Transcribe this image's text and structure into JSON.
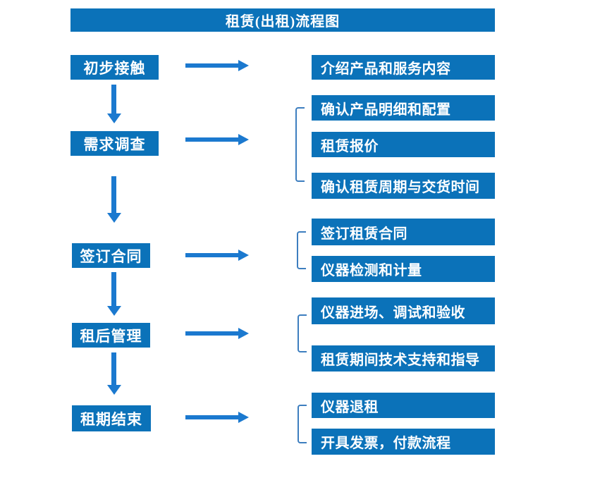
{
  "title": "租赁(出租)流程图",
  "colors": {
    "box_blue": "#0b72b9",
    "arrow_blue": "#1b79cf",
    "bracket_blue": "#3d7ebf",
    "text_white": "#ffffff",
    "background": "#ffffff"
  },
  "flow": {
    "steps": [
      {
        "label": "初步接触",
        "details": [
          "介绍产品和服务内容"
        ]
      },
      {
        "label": "需求调查",
        "details": [
          "确认产品明细和配置",
          "租赁报价",
          "确认租赁周期与交货时间"
        ]
      },
      {
        "label": "签订合同",
        "details": [
          "签订租赁合同",
          "仪器检测和计量"
        ]
      },
      {
        "label": "租后管理",
        "details": [
          "仪器进场、调试和验收",
          "租赁期间技术支持和指导"
        ]
      },
      {
        "label": "租期结束",
        "details": [
          "仪器退租",
          "开具发票，付款流程"
        ]
      }
    ]
  }
}
